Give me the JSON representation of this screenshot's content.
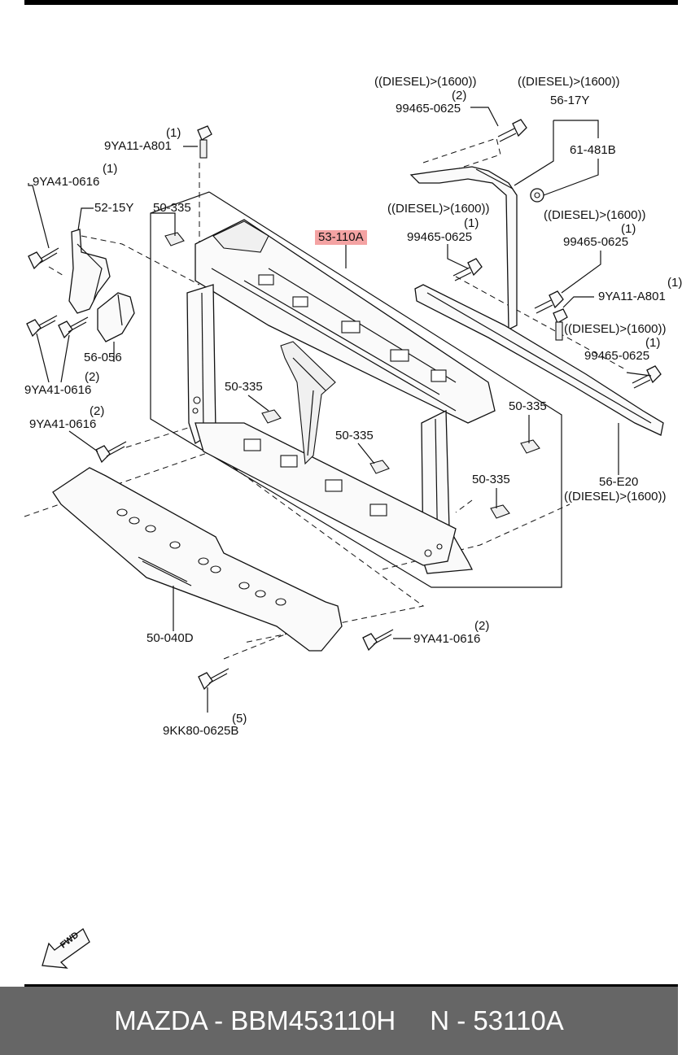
{
  "footer": {
    "brand_part": "MAZDA - BBM453110H",
    "ref": "N - 53110A"
  },
  "highlight_color": "#f4a3a3",
  "footer_bg": "#666666",
  "labels": {
    "p_53_110a": "53-110A",
    "p_50_335_a": "50-335",
    "p_50_335_b": "50-335",
    "p_50_335_c": "50-335",
    "p_50_335_d": "50-335",
    "p_50_335_e": "50-335",
    "p_52_15y": "52-15Y",
    "p_56_056": "56-056",
    "p_50_040d": "50-040D",
    "p_56_17y": "56-17Y",
    "p_61_481b": "61-481B",
    "p_56_e20": "56-E20",
    "b_9ya11_a801_top": "9YA11-A801",
    "q_9ya11_a801_top": "(1)",
    "b_9ya41_0616_a": "9YA41-0616",
    "q_9ya41_0616_a": "(1)",
    "b_9ya41_0616_b": "9YA41-0616",
    "q_9ya41_0616_b": "(2)",
    "b_9ya41_0616_c": "9YA41-0616",
    "q_9ya41_0616_c": "(2)",
    "b_9ya41_0616_d": "9YA41-0616",
    "q_9ya41_0616_d": "(2)",
    "b_9kk80": "9KK80-0625B",
    "q_9kk80": "(5)",
    "b_99465_a": "99465-0625",
    "q_99465_a": "(2)",
    "c_99465_a": "((DIESEL)>(1600))",
    "c_56_17y": "((DIESEL)>(1600))",
    "b_99465_b": "99465-0625",
    "q_99465_b": "(1)",
    "c_99465_b": "((DIESEL)>(1600))",
    "b_99465_c": "99465-0625",
    "q_99465_c": "(1)",
    "c_99465_c": "((DIESEL)>(1600))",
    "b_9ya11_a801_r": "9YA11-A801",
    "q_9ya11_a801_r": "(1)",
    "c_99465_d": "((DIESEL)>(1600))",
    "b_99465_d": "99465-0625",
    "q_99465_d": "(1)",
    "c_56_e20": "((DIESEL)>(1600))",
    "fwd": "FWD"
  }
}
